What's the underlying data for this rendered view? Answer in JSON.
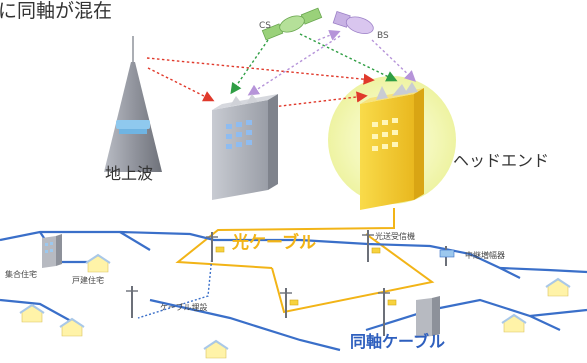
{
  "title": "に同軸が混在",
  "labels": {
    "terrestrial": "地上波",
    "headend": "ヘッドエンド",
    "optical_cable": "光ケーブル",
    "coax_cable": "同軸ケーブル",
    "cs": "CS",
    "bs": "BS",
    "optical_transceiver": "光送受信機",
    "relay_amplifier": "中継増幅器",
    "multi_dwelling": "集合住宅",
    "detached_house": "戸建住宅",
    "buried_cable": "ケーブル埋設"
  },
  "colors": {
    "optical": "#f2b417",
    "coax": "#3a6fc9",
    "signal_red": "#e0392b",
    "signal_green": "#2f9e44",
    "signal_purple": "#b694d9",
    "headend_glow": "#f3f7b6",
    "building": "#a9acb4",
    "windows": "#8fbcf0"
  }
}
